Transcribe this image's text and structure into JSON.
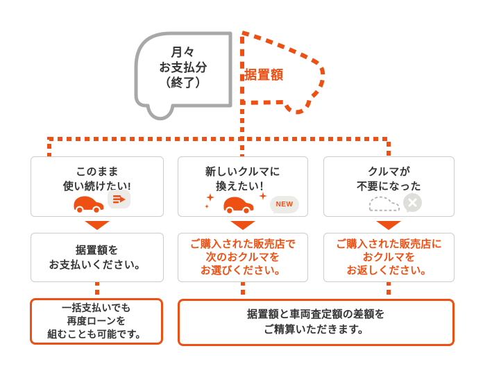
{
  "palette": {
    "accent_orange": "#ee4f12",
    "car_outline_gray": "#a8a8a8",
    "box_border_gray": "#cccccc",
    "text_dark": "#333333",
    "bubble_gray": "#ecebe8"
  },
  "header": {
    "monthly_payment_label": "月々\nお支払分\n（終了）",
    "deferred_amount_label": "据置額",
    "monthly_payment_icon": "car-rear-half-outline",
    "deferred_amount_icon": "car-front-half-dashed"
  },
  "options": [
    {
      "title": "このまま\n使い続けたい!",
      "icon": "car-filled-icon",
      "bubble_icon": "banknote-arrow-icon"
    },
    {
      "title": "新しいクルマに\n換えたい！",
      "icon": "car-filled-sparkle-icon",
      "badge": "NEW"
    },
    {
      "title": "クルマが\n不要になった",
      "icon": "car-dashed-outline-icon",
      "bubble_icon": "cross-icon"
    }
  ],
  "actions": [
    {
      "text": "据置額を\nお支払いください。"
    },
    {
      "text": "ご購入された販売店で\n次のおクルマを\nお選びください。"
    },
    {
      "text": "ご購入された販売店に\nおクルマを\nお返しください。"
    }
  ],
  "notes": {
    "keep_note": "一括支払いでも\n再度ローンを\n組むことも可能です。",
    "settle_note": "据置額と車両査定額の差額を\nご精算いただきます。"
  }
}
